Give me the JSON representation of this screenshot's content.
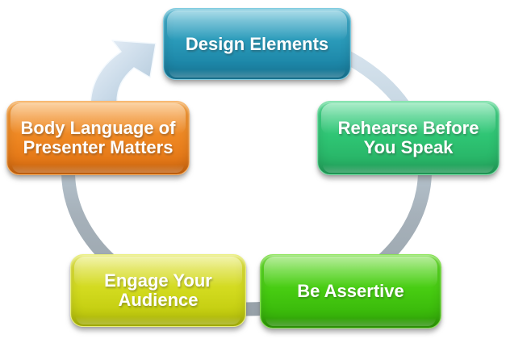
{
  "diagram": {
    "type": "cycle",
    "direction": "clockwise",
    "nodes": [
      {
        "name": "design-elements",
        "label": "Design Elements",
        "lines": [
          "Design Elements"
        ],
        "position": "top",
        "color": "#2A9AB9"
      },
      {
        "name": "rehearse-before-you-speak",
        "label": "Rehearse Before You Speak",
        "lines": [
          "Rehearse Before",
          "You Speak"
        ],
        "position": "right",
        "color": "#2EC473"
      },
      {
        "name": "be-assertive",
        "label": "Be Assertive",
        "lines": [
          "Be Assertive"
        ],
        "position": "bottom-right",
        "color": "#46CB11"
      },
      {
        "name": "engage-your-audience",
        "label": "Engage Your Audience",
        "lines": [
          "Engage Your",
          "Audience"
        ],
        "position": "bottom-left",
        "color": "#D2DA1E"
      },
      {
        "name": "body-language-of-presenter-matters",
        "label": "Body Language of Presenter Matters",
        "lines": [
          "Body Language of",
          "Presenter Matters"
        ],
        "position": "left",
        "color": "#EE8722"
      }
    ],
    "ring": {
      "top_color": "#DCE8F2",
      "bottom_color": "#97A1A8",
      "arrow_color": "#CCDCEA"
    },
    "text_color": "#FFFFFF"
  }
}
